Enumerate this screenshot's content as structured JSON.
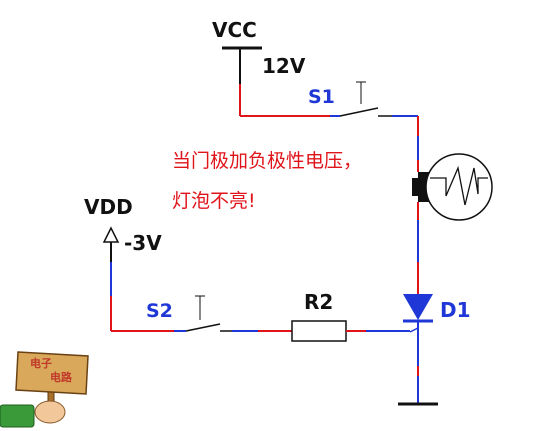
{
  "labels": {
    "vcc": "VCC",
    "vcc_value": "12V",
    "vdd": "VDD",
    "vdd_value": "-3V",
    "s1": "S1",
    "s2": "S2",
    "r2": "R2",
    "d1": "D1"
  },
  "annotation": {
    "line1": "当门极加负极性电压，",
    "line2": "灯泡不亮!"
  },
  "logo": {
    "line1": "电子",
    "line2": "电路"
  },
  "colors": {
    "wire_red": "#e0151a",
    "wire_blue": "#1f37d6",
    "wire_black": "#111111",
    "annotation": "#e0151a",
    "label_blue": "#1f37d6",
    "sign_wood": "#d9a85a",
    "sleeve_green": "#3a9a3a"
  }
}
